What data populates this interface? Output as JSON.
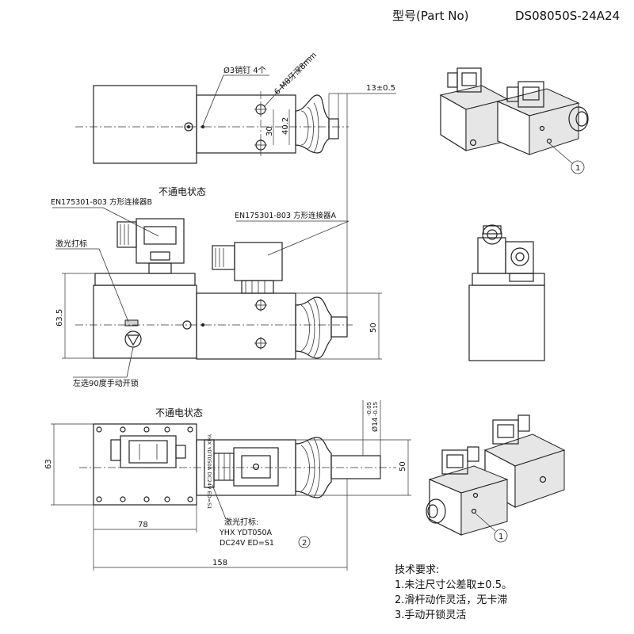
{
  "title": {
    "label": "型号(Part No)",
    "model": "DS08050S-24A24"
  },
  "views": {
    "top": {
      "pin_note": "Ø3销钉 4个",
      "thread_note": "6-M8牙深8mm",
      "dim_30": "30",
      "dim_40_2": "40.2",
      "dim_13": "13±0.5",
      "state": "不通电状态"
    },
    "front": {
      "connector_b": "EN175301-803 方形连接器B",
      "connector_a": "EN175301-803 方形连接器A",
      "laser_mark": "激光打标",
      "manual_lock": "左选90度手动开锁",
      "dim_63_5": "63.5",
      "dim_50": "50"
    },
    "bottom": {
      "state": "不通电状态",
      "dim_63": "63",
      "dim_50": "50",
      "dim_78": "78",
      "dim_158": "158",
      "dim_phi14": "Ø14",
      "tol_upper": "-0.05",
      "tol_lower": "-0.15",
      "plate_text": "YHX YDT050A DC24V ED=S1",
      "laser_title": "激光打标:",
      "laser_line1": "YHX   YDT050A",
      "laser_line2": "DC24V        ED=S1",
      "callout_2": "2"
    },
    "iso": {
      "callout_1a": "1",
      "callout_1b": "1"
    }
  },
  "notes": {
    "heading": "技术要求:",
    "items": [
      "1.未注尺寸公差取±0.5。",
      "2.滑杆动作灵活，无卡滞",
      "3.手动开锁灵活"
    ]
  }
}
